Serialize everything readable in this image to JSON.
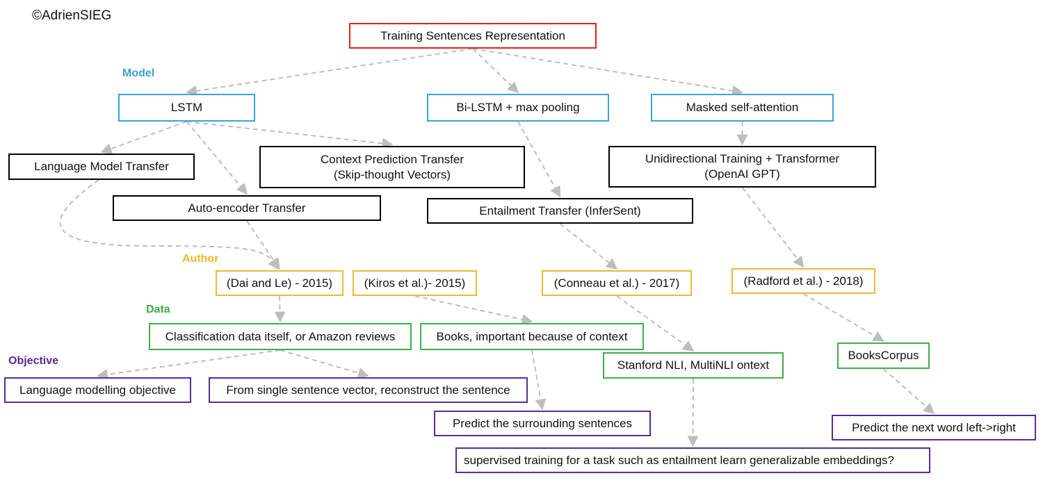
{
  "copyright": "©AdrienSIEG",
  "levels": {
    "model": "Model",
    "author": "Author",
    "data": "Data",
    "objective": "Objective"
  },
  "colors": {
    "root": "#e2231a",
    "model": "#3aa2e2",
    "author": "#f2b72e",
    "data": "#3fae49",
    "objective": "#5a2a96",
    "edge": "#bdbdbd"
  },
  "nodes": {
    "root": "Training Sentences Representation",
    "lstm": "LSTM",
    "bilstm": "Bi-LSTM + max pooling",
    "masked": "Masked self-attention",
    "lm_transfer": "Language Model Transfer",
    "context_transfer": "Context Prediction Transfer\n(Skip-thought Vectors)",
    "autoencoder": "Auto-encoder Transfer",
    "entailment": "Entailment Transfer (InferSent)",
    "gpt": "Unidirectional Training + Transformer\n(OpenAI GPT)",
    "dai": "(Dai and Le) - 2015)",
    "kiros": "(Kiros et al.)- 2015)",
    "conneau": "(Conneau et al.) - 2017)",
    "radford": "(Radford et al.) - 2018)",
    "classif": "Classification data itself, or Amazon reviews",
    "books": "Books, important because of context",
    "snli": "Stanford NLI, MultiNLI ontext",
    "bookscorpus": "BooksCorpus",
    "lm_objective": "Language modelling objective",
    "reconstruct": "From single sentence vector, reconstruct the sentence",
    "surrounding": "Predict the surrounding sentences",
    "supervised": "supervised training for a task such as entailment learn generalizable embeddings?",
    "next_word": "Predict the next word left->right"
  },
  "edges": [
    [
      "root",
      "lstm"
    ],
    [
      "root",
      "bilstm"
    ],
    [
      "root",
      "masked"
    ],
    [
      "lstm",
      "lm_transfer"
    ],
    [
      "lstm",
      "context_transfer"
    ],
    [
      "lstm",
      "autoencoder"
    ],
    [
      "lm_transfer",
      "dai"
    ],
    [
      "autoencoder",
      "dai"
    ],
    [
      "bilstm",
      "entailment"
    ],
    [
      "masked",
      "gpt"
    ],
    [
      "entailment",
      "conneau"
    ],
    [
      "gpt",
      "radford"
    ],
    [
      "dai",
      "classif"
    ],
    [
      "kiros",
      "books"
    ],
    [
      "conneau",
      "snli"
    ],
    [
      "radford",
      "bookscorpus"
    ],
    [
      "classif",
      "lm_objective"
    ],
    [
      "classif",
      "reconstruct"
    ],
    [
      "books",
      "surrounding"
    ],
    [
      "snli",
      "supervised"
    ],
    [
      "bookscorpus",
      "next_word"
    ]
  ]
}
